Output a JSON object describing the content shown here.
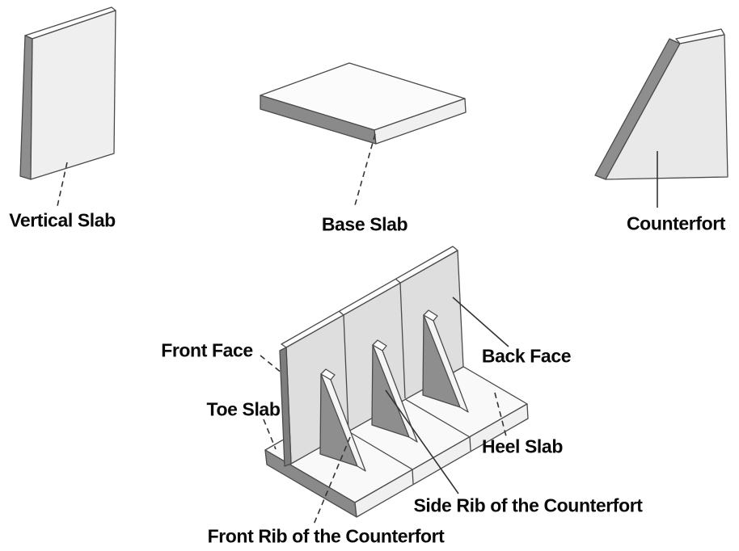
{
  "diagram": {
    "subject": "Counterfort retaining wall components (isometric parts diagram)",
    "part_count": 9,
    "leader_styles": {
      "vertical_slab": "dashed",
      "base_slab": "dashed",
      "counterfort": "solid",
      "front_face": "dashed",
      "toe_slab": "dashed",
      "back_face": "solid",
      "heel_slab": "dashed",
      "side_rib": "solid",
      "front_rib": "dashed"
    }
  },
  "labels": {
    "vertical_slab": "Vertical Slab",
    "base_slab": "Base Slab",
    "counterfort": "Counterfort",
    "front_face": "Front Face",
    "toe_slab": "Toe Slab",
    "back_face": "Back Face",
    "heel_slab": "Heel Slab",
    "side_rib": "Side Rib of the Counterfort",
    "front_rib": "Front Rib of the Counterfort"
  },
  "colors": {
    "outline": "#4a4a4a",
    "leader": "#333333",
    "gray_dark": "#8e8e8e",
    "gray_dark_alt": "#8a8a8a",
    "wall_edge_dark": "#7e7e7e",
    "wall_back_light": "#dedede",
    "counterfort_front": "#e9e9e9",
    "slab_front_light": "#efefef",
    "side_band_light": "#f0f0f0",
    "rib_band_light": "#f5f5f5",
    "base_top": "#f9f9f9",
    "near_white": "#fbfbfb",
    "white_face": "#fdfdfd",
    "text": "#0a0a0a",
    "background": "#ffffff"
  }
}
